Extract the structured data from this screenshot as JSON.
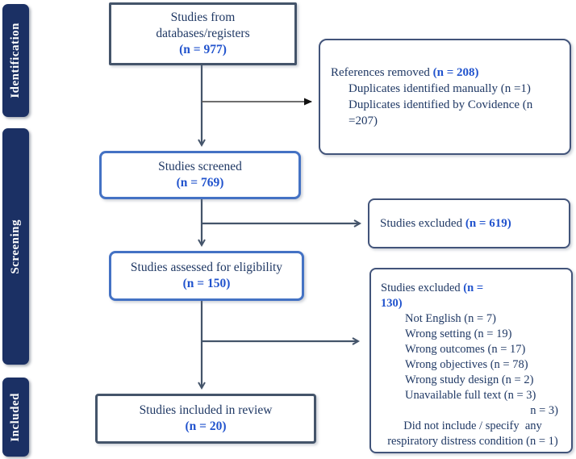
{
  "palette": {
    "sidebar_bg": "#1b3064",
    "body_text_navy": "#1f3864",
    "count_blue": "#2153cd",
    "border_slate": "#42547a",
    "border_blue": "#4472C4",
    "arrow_slate": "#44546A",
    "arrow_gray": "#595959",
    "arrowhead_black": "#111111"
  },
  "sidebar": {
    "stages": [
      {
        "label": "Identification"
      },
      {
        "label": "Screening"
      },
      {
        "label": "Included"
      }
    ]
  },
  "boxes": {
    "databases": {
      "line1": "Studies from",
      "line2": "databases/registers",
      "count": "(n = 977)"
    },
    "references_removed": {
      "title_text": "References removed ",
      "title_count": "(n = 208)",
      "items": [
        "Duplicates identified manually (n =1)",
        "Duplicates identified by Covidence (n =207)"
      ]
    },
    "screened": {
      "line1": "Studies screened",
      "count": "(n = 769)"
    },
    "excluded_619": {
      "title_text": "Studies excluded ",
      "title_count": "(n = 619)"
    },
    "assessed": {
      "line1": "Studies assessed for eligibility",
      "count": "(n = 150)"
    },
    "excluded_130": {
      "title_text": "Studies excluded ",
      "title_count_open": "(n =",
      "title_count_rest": "130)",
      "items": [
        "Not English (n = 7)",
        "Wrong setting (n = 19)",
        "Wrong outcomes (n = 17)",
        "Wrong objectives (n = 78)",
        "Wrong study design (n = 2)",
        "Unavailable full text (n = 3)"
      ],
      "overflow_line": "n = 3)",
      "footer_line1": "Did not include / specify  any",
      "footer_line2": "respiratory distress condition (n = 1)"
    },
    "included": {
      "line1": "Studies included in review",
      "count": "(n = 20)"
    }
  }
}
